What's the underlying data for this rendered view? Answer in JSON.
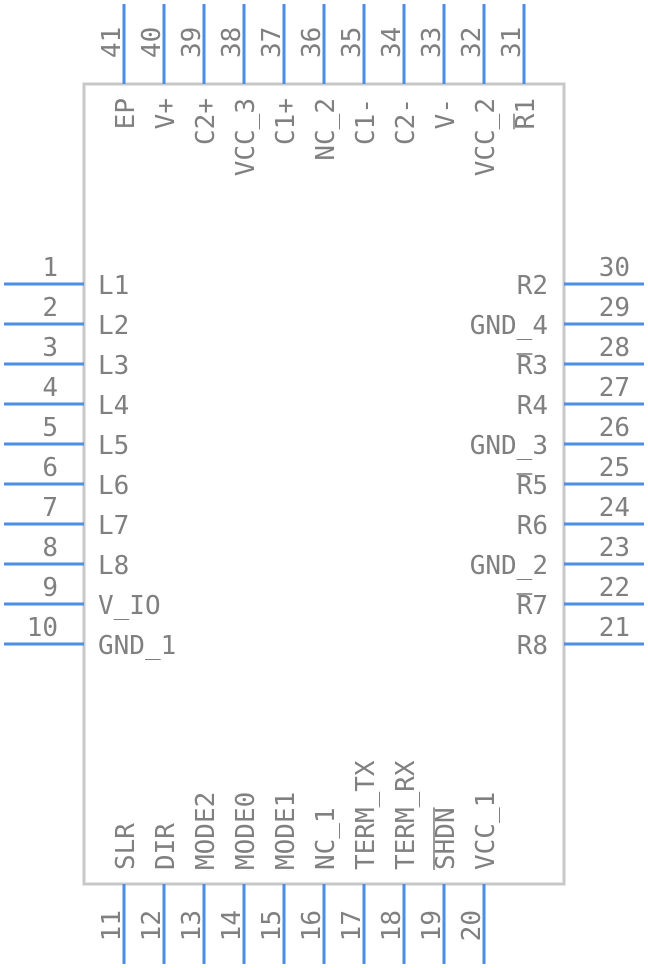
{
  "left_pins": [
    {
      "num": "1",
      "label": "L1"
    },
    {
      "num": "2",
      "label": "L2"
    },
    {
      "num": "3",
      "label": "L3"
    },
    {
      "num": "4",
      "label": "L4"
    },
    {
      "num": "5",
      "label": "L5"
    },
    {
      "num": "6",
      "label": "L6"
    },
    {
      "num": "7",
      "label": "L7"
    },
    {
      "num": "8",
      "label": "L8"
    },
    {
      "num": "9",
      "label": "V_IO"
    },
    {
      "num": "10",
      "label": "GND_1"
    }
  ],
  "right_pins": [
    {
      "num": "30",
      "label": "R2"
    },
    {
      "num": "29",
      "label": "GND_4"
    },
    {
      "num": "28",
      "label": "R3",
      "overline": true
    },
    {
      "num": "27",
      "label": "R4"
    },
    {
      "num": "26",
      "label": "GND_3"
    },
    {
      "num": "25",
      "label": "R5",
      "overline": true
    },
    {
      "num": "24",
      "label": "R6"
    },
    {
      "num": "23",
      "label": "GND_2"
    },
    {
      "num": "22",
      "label": "R7",
      "overline": true
    },
    {
      "num": "21",
      "label": "R8"
    }
  ],
  "bottom_pins": [
    {
      "num": "11",
      "label": "SLR"
    },
    {
      "num": "12",
      "label": "DIR"
    },
    {
      "num": "13",
      "label": "MODE2"
    },
    {
      "num": "14",
      "label": "MODE0"
    },
    {
      "num": "15",
      "label": "MODE1"
    },
    {
      "num": "16",
      "label": "NC_1"
    },
    {
      "num": "17",
      "label": "TERM_TX"
    },
    {
      "num": "18",
      "label": "TERM_RX"
    },
    {
      "num": "19",
      "label": "SHDN",
      "overline": true
    },
    {
      "num": "20",
      "label": "VCC_1"
    }
  ],
  "top_pins": [
    {
      "num": "41",
      "label": "EP"
    },
    {
      "num": "40",
      "label": "V+"
    },
    {
      "num": "39",
      "label": "C2+"
    },
    {
      "num": "38",
      "label": "VCC_3"
    },
    {
      "num": "37",
      "label": "C1+"
    },
    {
      "num": "36",
      "label": "NC_2"
    },
    {
      "num": "35",
      "label": "C1-"
    },
    {
      "num": "34",
      "label": "C2-"
    },
    {
      "num": "33",
      "label": "V-"
    },
    {
      "num": "32",
      "label": "VCC_2"
    },
    {
      "num": "31",
      "label": "R1",
      "overline": true
    }
  ],
  "colors": {
    "pin": "#4a8ee8",
    "body": "#c8c8c8",
    "text": "#808080"
  }
}
